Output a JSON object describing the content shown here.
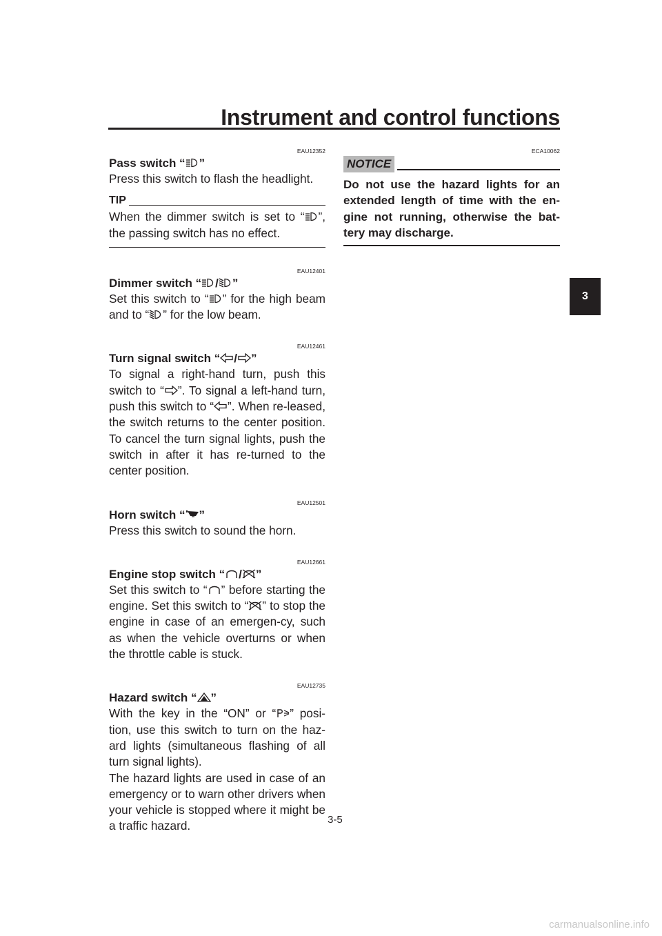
{
  "header": {
    "title": "Instrument and control functions"
  },
  "chapter_tab": "3",
  "sections": {
    "pass": {
      "code": "EAU12352",
      "title_pre": "Pass switch “",
      "title_post": "”",
      "text_1": "Press this switch to flash the headlight."
    },
    "tip": {
      "label": "TIP",
      "text_1": "When the dimmer switch is set to “",
      "text_2": "”, the passing switch has no effect."
    },
    "dimmer": {
      "code": "EAU12401",
      "title_pre": "Dimmer switch “",
      "title_mid": "/",
      "title_post": "”",
      "text_1": "Set this switch to “",
      "text_2": "” for the high beam and to “",
      "text_3": "” for the low beam."
    },
    "turn": {
      "code": "EAU12461",
      "title_pre": "Turn signal switch “",
      "title_mid": "/",
      "title_post": "”",
      "text_1": "To signal a right-hand turn, push this switch to “",
      "text_2": "”. To signal a left-hand turn, push this switch to “",
      "text_3": "”. When re-leased, the switch returns to the center position. To cancel the turn signal lights, push the switch in after it has re-turned to the center position."
    },
    "horn": {
      "code": "EAU12501",
      "title_pre": "Horn switch “",
      "title_post": "”",
      "text_1": "Press this switch to sound the horn."
    },
    "engine": {
      "code": "EAU12661",
      "title_pre": "Engine stop switch “",
      "title_mid": "/",
      "title_post": "”",
      "text_1": "Set this switch to “",
      "text_2": "” before starting the engine. Set this switch to “",
      "text_3": "” to stop the engine in case of an emergen-cy, such as when the vehicle overturns or when the throttle cable is stuck."
    },
    "hazard": {
      "code": "EAU12735",
      "title_pre": "Hazard switch “",
      "title_post": "”",
      "text_1": "With the key in the “ON” or “",
      "text_2": "” posi-tion, use this switch to turn on the haz-ard lights (simultaneous flashing of all turn signal lights).",
      "text_3": "The hazard lights are used in case of an emergency or to warn other drivers when your vehicle is stopped where it might be a traffic hazard."
    }
  },
  "notice": {
    "code": "ECA10062",
    "label": "NOTICE",
    "text": "Do not use the hazard lights for an extended length of time with the en-gine not running, otherwise the bat-tery may discharge."
  },
  "footer": {
    "page_number": "3-5",
    "watermark": "carmanualsonline.info"
  },
  "icons": [
    "high-beam-icon",
    "low-beam-icon",
    "turn-left-icon",
    "turn-right-icon",
    "horn-icon",
    "engine-run-icon",
    "engine-stop-icon",
    "hazard-icon",
    "parking-icon"
  ]
}
